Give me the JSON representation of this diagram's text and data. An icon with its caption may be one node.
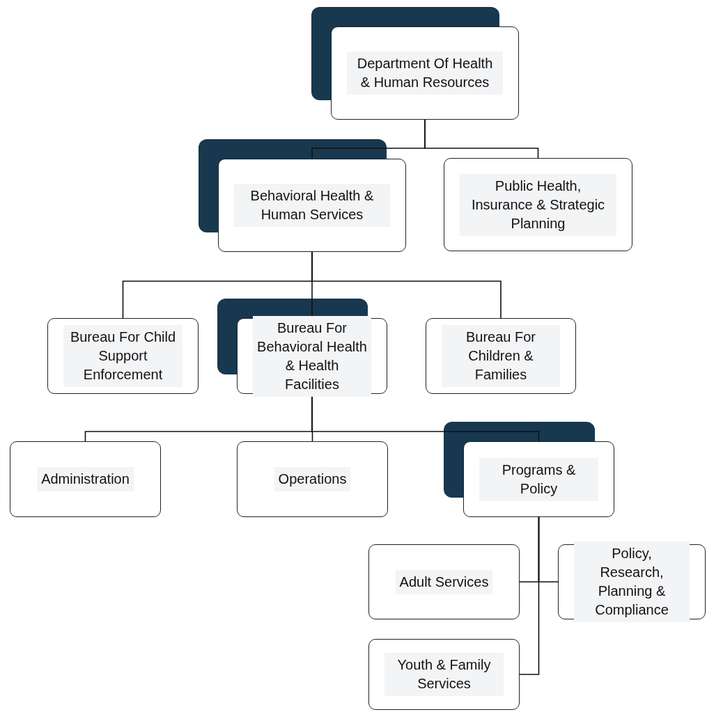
{
  "diagram": {
    "nodes": [
      {
        "text": [
          "Department Of Health & Human Resources"
        ]
      },
      {
        "text": [
          "Behavioral Health & Human Services"
        ]
      },
      {
        "text": [
          "Public Health, Insurance & Strategic Planning"
        ]
      },
      {
        "text": [
          "Bureau For Child Support Enforcement"
        ]
      },
      {
        "text": [
          "Bureau For Behavioral Health & Health Facilities"
        ]
      },
      {
        "text": [
          "Bureau For Children & Families"
        ]
      },
      {
        "text": [
          "Administration"
        ]
      },
      {
        "text": [
          "Operations"
        ]
      },
      {
        "text": [
          "Programs & Policy"
        ]
      },
      {
        "text": [
          "Adult Services"
        ]
      },
      {
        "text": [
          "Policy, Research, Planning & Compliance"
        ]
      },
      {
        "text": [
          "Youth & Family Services"
        ]
      }
    ],
    "edges": [
      {
        "from": 0,
        "to": 1,
        "arrow": "none"
      },
      {
        "from": 0,
        "to": 2,
        "arrow": "none"
      },
      {
        "from": 1,
        "to": 3,
        "arrow": "none"
      },
      {
        "from": 1,
        "to": 4,
        "arrow": "none"
      },
      {
        "from": 1,
        "to": 5,
        "arrow": "none"
      },
      {
        "from": 4,
        "to": 6,
        "arrow": "none"
      },
      {
        "from": 4,
        "to": 7,
        "arrow": "none"
      },
      {
        "from": 4,
        "to": 8,
        "arrow": "none"
      },
      {
        "from": 8,
        "to": 9,
        "arrow": "none"
      },
      {
        "from": 8,
        "to": 10,
        "arrow": "none"
      },
      {
        "from": 8,
        "to": 11,
        "arrow": "none"
      }
    ]
  }
}
